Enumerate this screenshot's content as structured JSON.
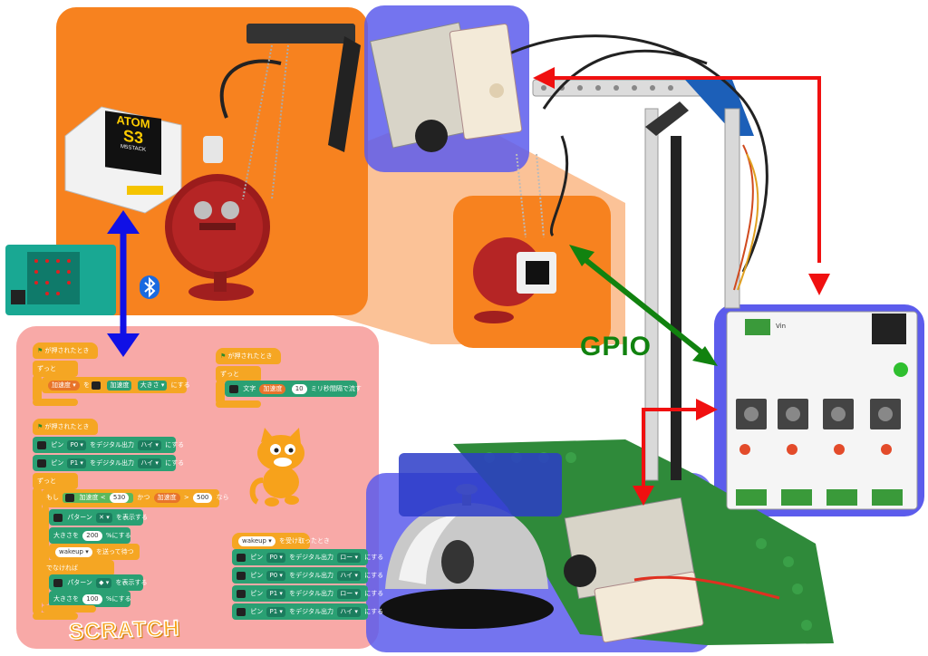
{
  "labels": {
    "gpio": "GPIO",
    "scratch": "SCRATCH",
    "atom_line1": "ATOM",
    "atom_line2": "S3",
    "atom_line3": "M5STACK",
    "vin": "Vin"
  },
  "scratch_blocks": {
    "s1_hat": "が押されたとき",
    "s1_forever": "ずっと",
    "s1_set_a": "加速度 ▾",
    "s1_set_b": "を",
    "s1_set_c": "加速度",
    "s1_set_d": "大きさ ▾",
    "s1_set_e": "にする",
    "s2_hat": "が押されたとき",
    "s2_forever": "ずっと",
    "s2_text_a": "文字",
    "s2_text_b": "加速度",
    "s2_text_c": "10",
    "s2_text_d": "ミリ秒間隔で流す",
    "s3_hat": "が押されたとき",
    "s3_pin_label": "ピン",
    "s3_pin0": "P0 ▾",
    "s3_pin1": "P1 ▾",
    "s3_digital": "をデジタル出力",
    "s3_high": "ハイ ▾",
    "s3_set": "にする",
    "s3_forever": "ずっと",
    "s3_if": "もし",
    "s3_acc": "加速度",
    "s3_lt": "<",
    "s3_530": "530",
    "s3_and": "かつ",
    "s3_gt": ">",
    "s3_500": "500",
    "s3_then": "なら",
    "s3_pattern": "パターン",
    "s3_show": "を表示する",
    "s3_size": "大きさを",
    "s3_200": "200",
    "s3_100": "100",
    "s3_pct": "%にする",
    "s3_wakeup": "wakeup ▾",
    "s3_send_wait": "を送って待つ",
    "s3_else": "でなければ",
    "s4_hat_a": "wakeup ▾",
    "s4_hat_b": "を受け取ったとき",
    "s4_pin_label": "ピン",
    "s4_p0": "P0 ▾",
    "s4_p1": "P1 ▾",
    "s4_digital": "をデジタル出力",
    "s4_low": "ロー ▾",
    "s4_high": "ハイ ▾",
    "s4_set": "にする"
  },
  "colors": {
    "orange_panel": "#f7821f",
    "peach_panel": "#fbc297",
    "blue_panel": "#5555e8",
    "pink_panel": "#f8a9a7",
    "red_arrow": "#f01010",
    "blue_arrow": "#1010e6",
    "green_arrow": "#11820f",
    "block_green": "#2aa073",
    "block_orange": "#f5a623"
  },
  "icons": [
    "bluetooth-icon",
    "green-flag-icon",
    "scratch-cat-icon"
  ]
}
